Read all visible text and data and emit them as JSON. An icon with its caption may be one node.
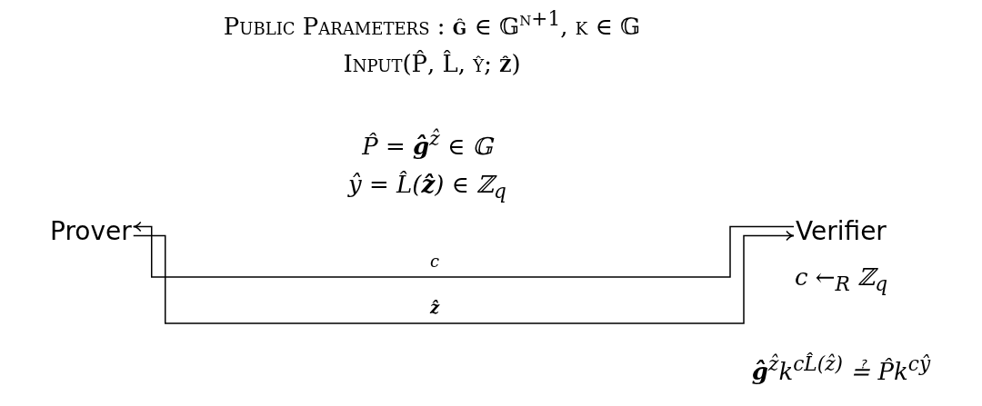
{
  "diagram": {
    "title": "Public Parameters : **ĝ** ∈ 𝔾$^{n+1}$, k ∈ 𝔾",
    "nodes": [
      {
        "text": [
          "Prover"
        ]
      },
      {
        "text": [
          "Verifier"
        ]
      }
    ],
    "edges": [
      {
        "from": 1,
        "to": 0,
        "arrow": "to",
        "label": "c"
      },
      {
        "from": 0,
        "to": 1,
        "arrow": "to",
        "label": "**ẑ**"
      }
    ],
    "labels": [
      "Input(P̂, L̂, ŷ; **ẑ**)",
      "P̂ = **ĝ**$^{ẑ}$ ∈ 𝔾",
      "ŷ = L̂(**ẑ**) ∈ ℤ$_{q}$",
      "c ←$_{R}$ ℤ$_{q}$",
      "**ĝ**$^{ẑ}$k$^{cL̂(ẑ)}$ ≟ P̂k$^{cŷ}$"
    ]
  }
}
